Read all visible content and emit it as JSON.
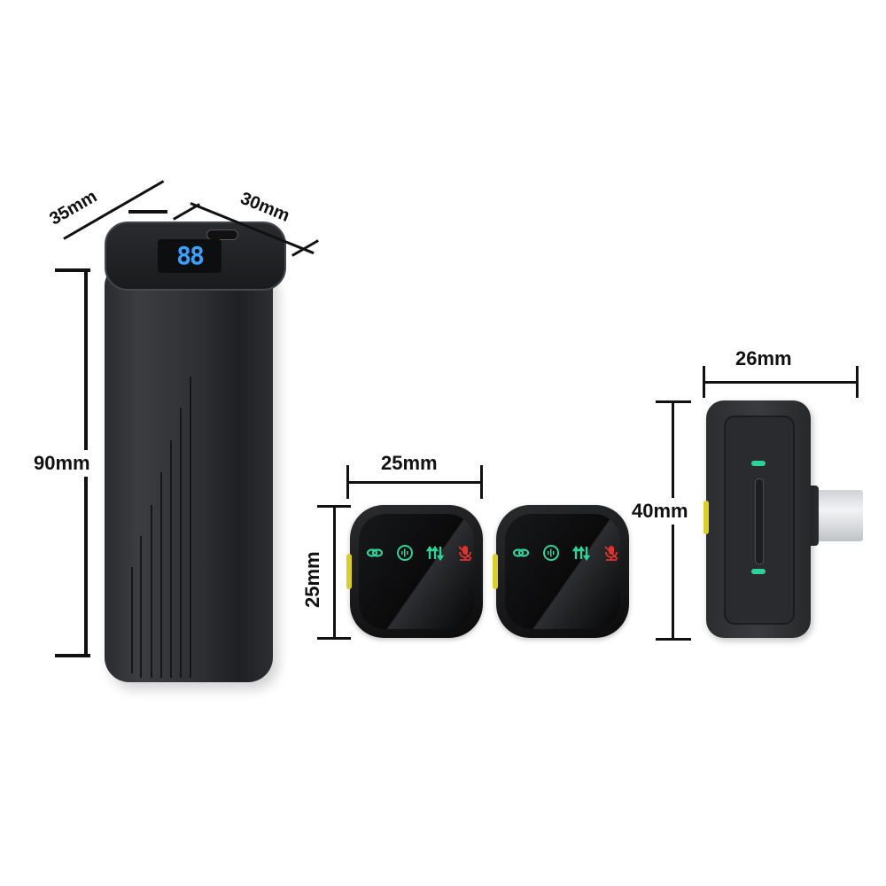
{
  "product": {
    "power_bank": {
      "display_value": "88",
      "dimensions": {
        "height": "90mm",
        "width": "30mm",
        "depth": "35mm"
      }
    },
    "transmitter": {
      "count": 2,
      "dimensions": {
        "width": "25mm",
        "height": "25mm"
      },
      "indicator_icons": [
        "link-icon",
        "audio-wave-icon",
        "sliders-icon",
        "mic-mute-icon"
      ]
    },
    "receiver": {
      "dimensions": {
        "width": "26mm",
        "height": "40mm"
      },
      "connector": "usb-c"
    }
  },
  "labels": {
    "depth": "35mm",
    "width_top": "30mm",
    "bank_height": "90mm",
    "tx_width": "25mm",
    "tx_height": "25mm",
    "rx_width": "26mm",
    "rx_height": "40mm"
  },
  "colors": {
    "led_green": "#2fd39a",
    "led_red": "#e0322f",
    "display_blue": "#3aa0ff",
    "accent_yellow": "#d9cf2a",
    "body_dark": "#2c2e31"
  }
}
